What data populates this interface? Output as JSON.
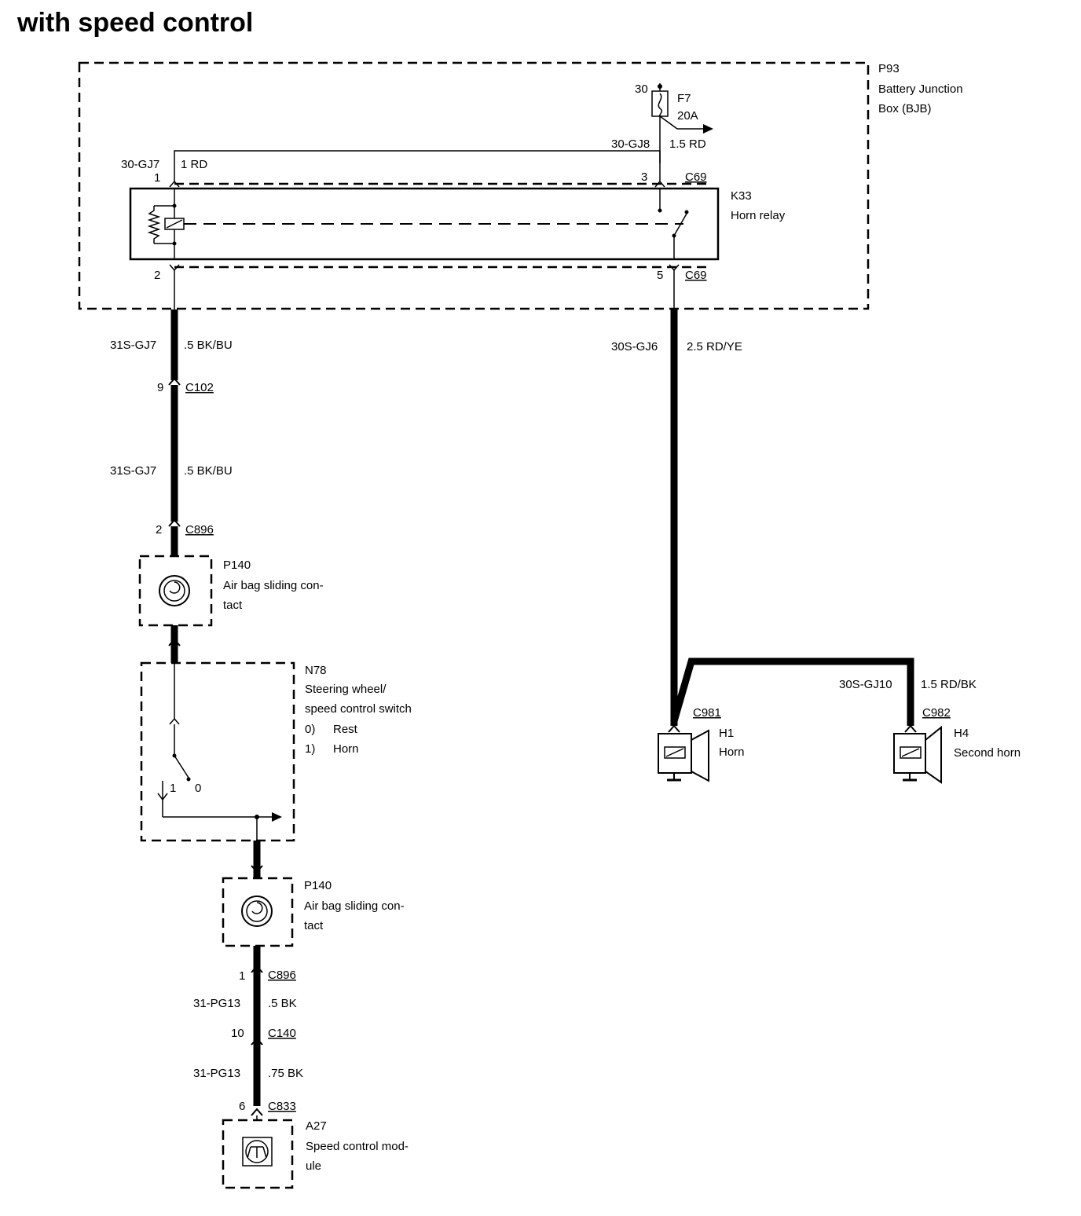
{
  "title": "with speed control",
  "bjb": {
    "id": "P93",
    "name_line1": "Battery Junction",
    "name_line2": "Box (BJB)"
  },
  "fuse": {
    "terminal": "30",
    "id": "F7",
    "rating": "20A"
  },
  "wires": {
    "gj8_id": "30-GJ8",
    "gj8_spec": "1.5 RD",
    "gj7_id": "30-GJ7",
    "gj7_spec": "1 RD",
    "s_gj7_id_upper": "31S-GJ7",
    "s_gj7_spec_upper": ".5 BK/BU",
    "s_gj7_id_lower": "31S-GJ7",
    "s_gj7_spec_lower": ".5 BK/BU",
    "s_gj6_id": "30S-GJ6",
    "s_gj6_spec": "2.5 RD/YE",
    "s_gj10_id": "30S-GJ10",
    "s_gj10_spec": "1.5 RD/BK",
    "pg13_id_upper": "31-PG13",
    "pg13_spec_upper": ".5 BK",
    "pg13_id_lower": "31-PG13",
    "pg13_spec_lower": ".75 BK"
  },
  "relay": {
    "id": "K33",
    "name": "Horn relay",
    "pin1": "1",
    "pin2": "2",
    "pin3": "3",
    "pin5": "5",
    "conn_top": "C69",
    "conn_bottom": "C69"
  },
  "connectors": {
    "c102_pin": "9",
    "c102": "C102",
    "c896a_pin": "2",
    "c896a": "C896",
    "c896b_pin": "1",
    "c896b": "C896",
    "c140_pin": "10",
    "c140": "C140",
    "c833_pin": "6",
    "c833": "C833",
    "c981": "C981",
    "c982": "C982"
  },
  "airbag_contact_upper": {
    "id": "P140",
    "line1": "Air bag sliding con-",
    "line2": "tact"
  },
  "airbag_contact_lower": {
    "id": "P140",
    "line1": "Air bag sliding con-",
    "line2": "tact"
  },
  "switch": {
    "id": "N78",
    "line1": "Steering wheel/",
    "line2": "speed control switch",
    "pos0_num": "0)",
    "pos0_label": "Rest",
    "pos1_num": "1)",
    "pos1_label": "Horn",
    "contact1": "1",
    "contact0": "0"
  },
  "horn1": {
    "id": "H1",
    "name": "Horn"
  },
  "horn2": {
    "id": "H4",
    "name": "Second horn"
  },
  "module": {
    "id": "A27",
    "line1": "Speed control mod-",
    "line2": "ule"
  }
}
